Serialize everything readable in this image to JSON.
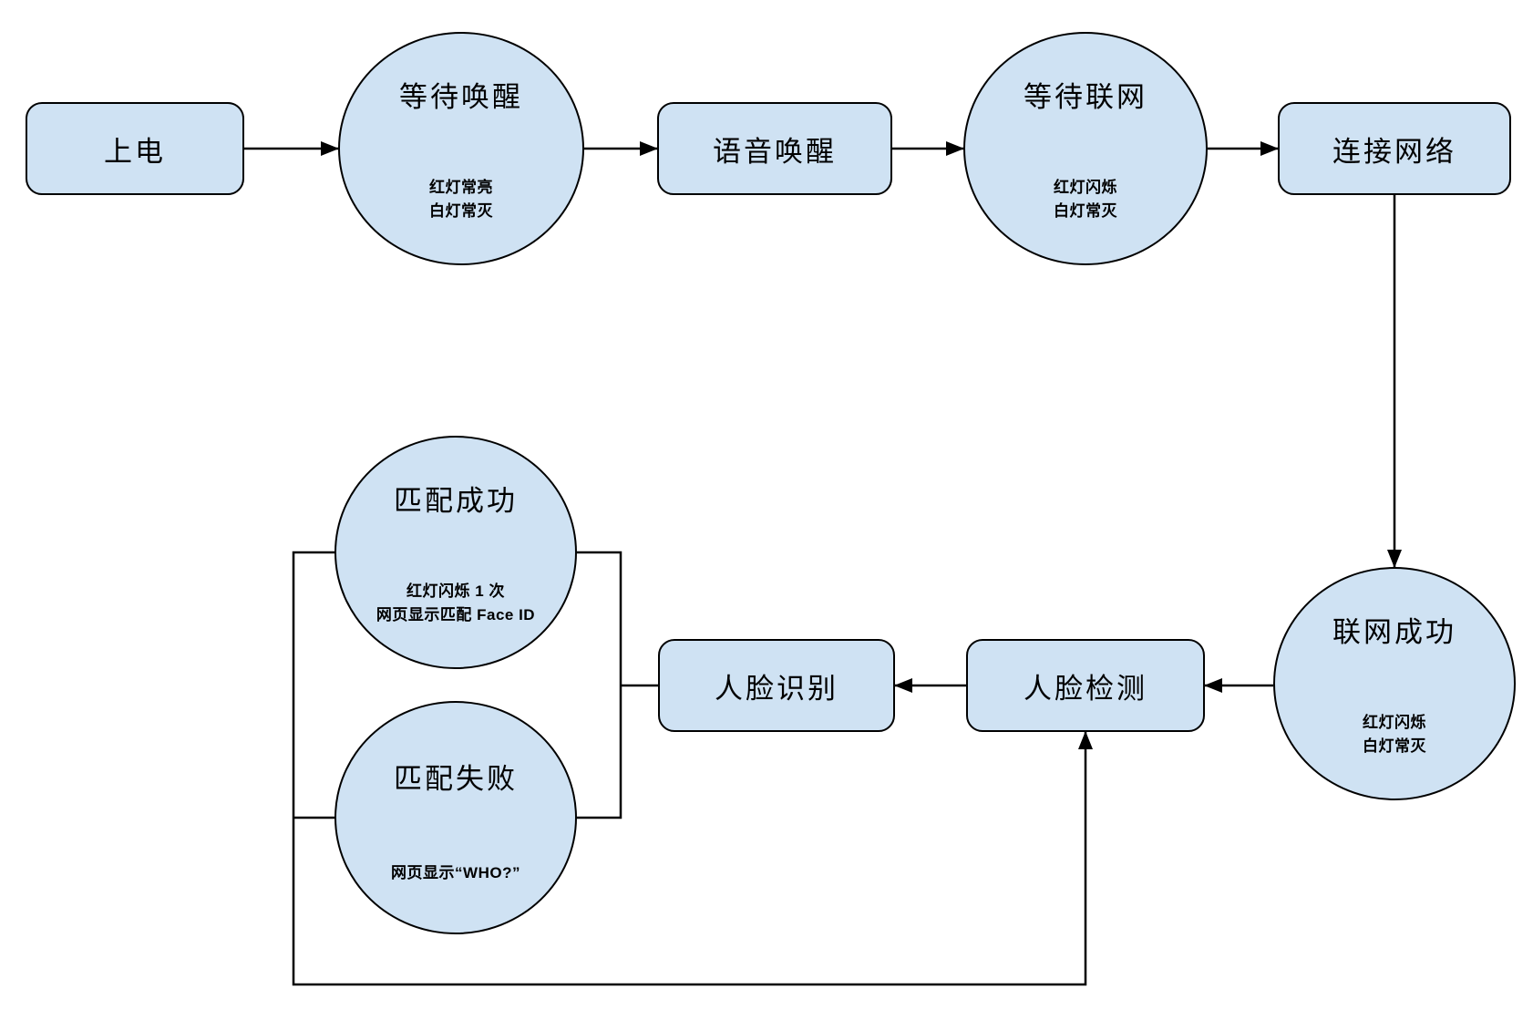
{
  "diagram": {
    "colors": {
      "background": "#ffffff",
      "node_fill": "#cfe2f3",
      "node_border": "#000000",
      "line_color": "#000000"
    },
    "nodes": {
      "power_on": {
        "shape": "rect",
        "label": "上电"
      },
      "wait_wake": {
        "shape": "ellipse",
        "label": "等待唤醒",
        "sub": "红灯常亮\n白灯常灭"
      },
      "voice_wake": {
        "shape": "rect",
        "label": "语音唤醒"
      },
      "wait_network": {
        "shape": "ellipse",
        "label": "等待联网",
        "sub": "红灯闪烁\n白灯常灭"
      },
      "connect_network": {
        "shape": "rect",
        "label": "连接网络"
      },
      "network_success": {
        "shape": "ellipse",
        "label": "联网成功",
        "sub": "红灯闪烁\n白灯常灭"
      },
      "face_detect": {
        "shape": "rect",
        "label": "人脸检测"
      },
      "face_recognize": {
        "shape": "rect",
        "label": "人脸识别"
      },
      "match_success": {
        "shape": "ellipse",
        "label": "匹配成功",
        "sub": "红灯闪烁 1 次\n网页显示匹配 Face ID"
      },
      "match_fail": {
        "shape": "ellipse",
        "label": "匹配失败",
        "sub": "网页显示“WHO?”"
      }
    },
    "edges": [
      {
        "from": "power_on",
        "to": "wait_wake",
        "arrow": true
      },
      {
        "from": "wait_wake",
        "to": "voice_wake",
        "arrow": true
      },
      {
        "from": "voice_wake",
        "to": "wait_network",
        "arrow": true
      },
      {
        "from": "wait_network",
        "to": "connect_network",
        "arrow": true
      },
      {
        "from": "connect_network",
        "to": "network_success",
        "arrow": true
      },
      {
        "from": "network_success",
        "to": "face_detect",
        "arrow": true
      },
      {
        "from": "face_detect",
        "to": "face_recognize",
        "arrow": true
      },
      {
        "from": "face_recognize",
        "to": "match_success",
        "arrow": false
      },
      {
        "from": "face_recognize",
        "to": "match_fail",
        "arrow": false
      },
      {
        "from": "match_success",
        "to": "face_detect",
        "arrow": true
      },
      {
        "from": "match_fail",
        "to": "face_detect",
        "arrow": true
      }
    ]
  }
}
